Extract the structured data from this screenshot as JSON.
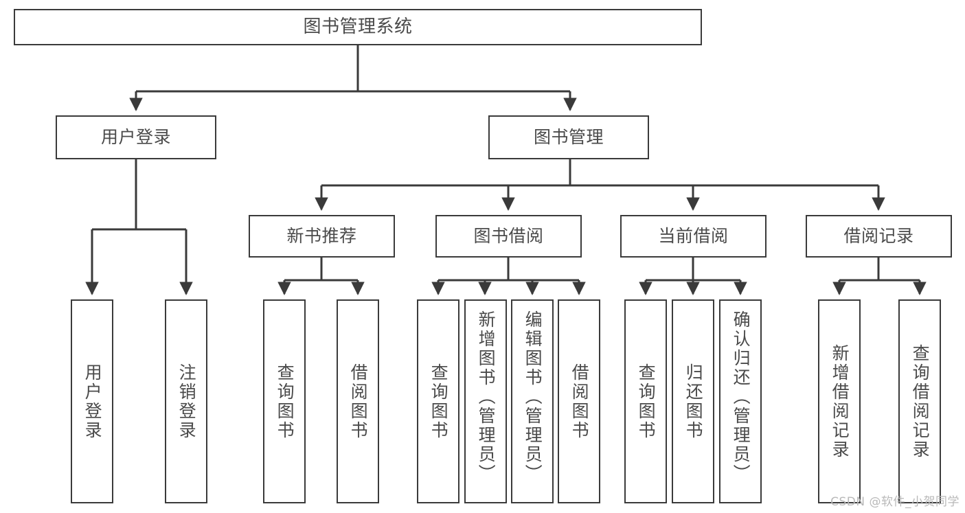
{
  "diagram": {
    "title": "图书管理系统",
    "type": "tree-hierarchy-diagram",
    "watermark": "CSDN @软件_小贺同学",
    "line_color": "#3a3a3a",
    "text_color": "#4a4a4a",
    "background_color": "#ffffff"
  },
  "nodes": {
    "root": {
      "label": "图书管理系统"
    },
    "level2": [
      {
        "label": "用户登录"
      },
      {
        "label": "图书管理"
      }
    ],
    "level3": [
      {
        "label": "新书推荐"
      },
      {
        "label": "图书借阅"
      },
      {
        "label": "当前借阅"
      },
      {
        "label": "借阅记录"
      }
    ],
    "leaves": {
      "user_login": [
        {
          "label": "用户登录"
        },
        {
          "label": "注销登录"
        }
      ],
      "new_book_recommend": [
        {
          "label": "查询图书"
        },
        {
          "label": "借阅图书"
        }
      ],
      "book_borrow": [
        {
          "label": "查询图书"
        },
        {
          "label": "新增图书（管理员）"
        },
        {
          "label": "编辑图书（管理员）"
        },
        {
          "label": "借阅图书"
        }
      ],
      "current_borrow": [
        {
          "label": "查询图书"
        },
        {
          "label": "归还图书"
        },
        {
          "label": "确认归还（管理员）"
        }
      ],
      "borrow_record": [
        {
          "label": "新增借阅记录"
        },
        {
          "label": "查询借阅记录"
        }
      ]
    }
  }
}
